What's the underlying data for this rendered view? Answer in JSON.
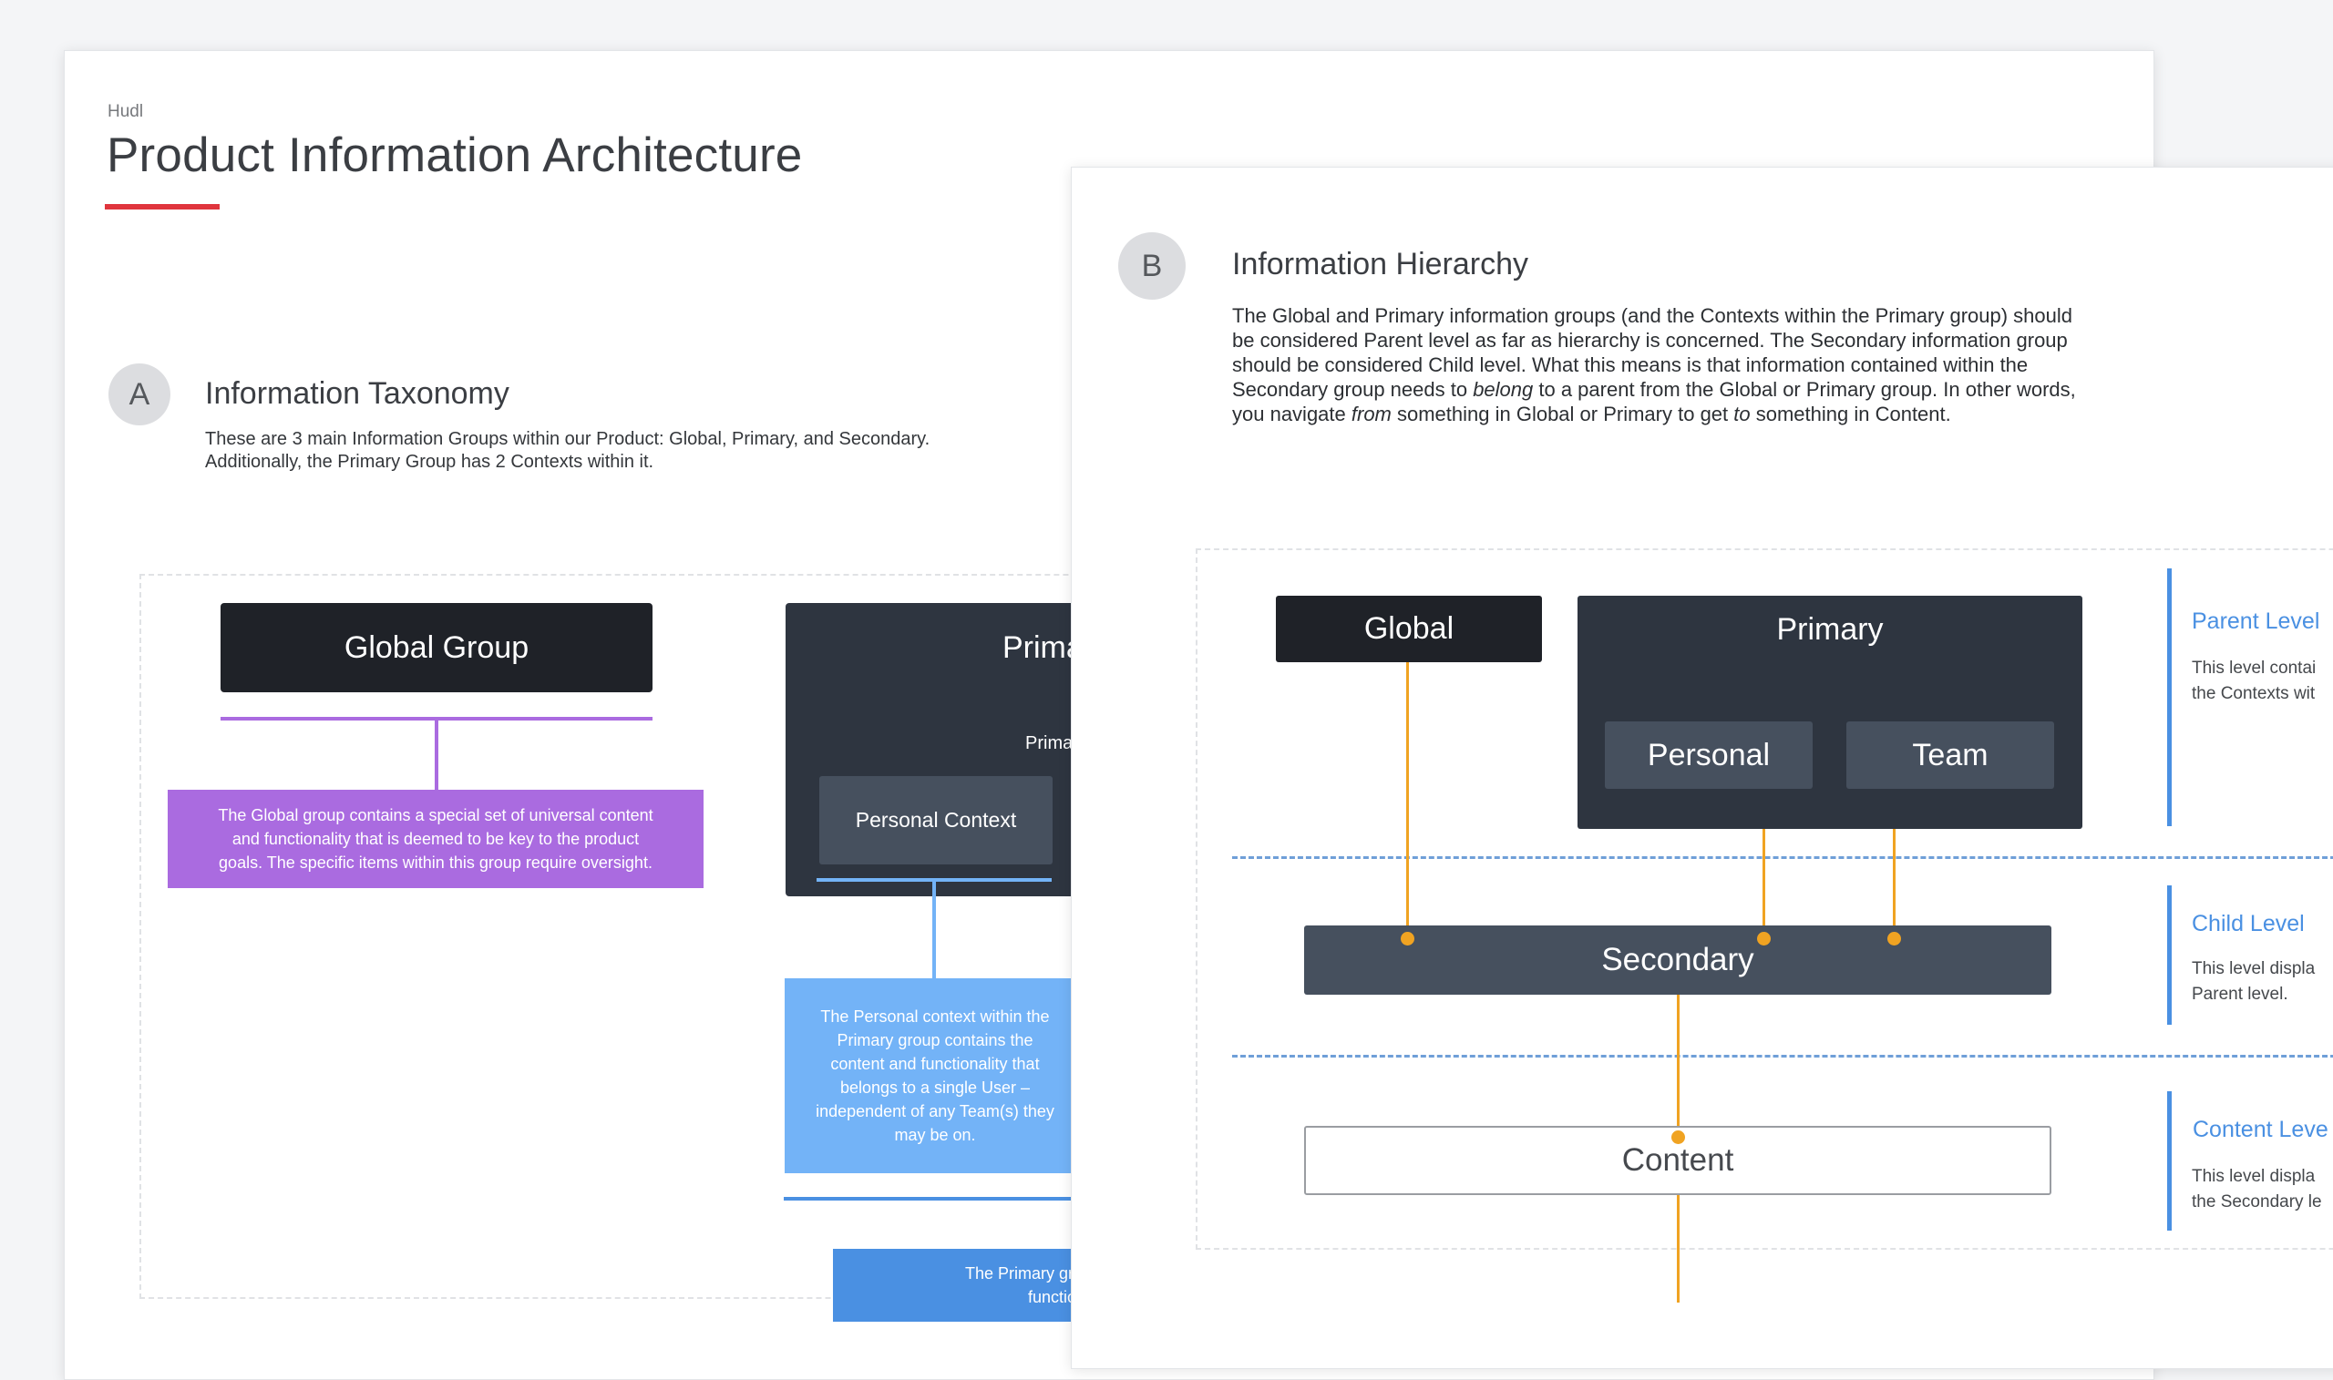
{
  "pageA": {
    "brand": "Hudl",
    "title": "Product Information Architecture",
    "section": {
      "letter": "A",
      "title": "Information Taxonomy",
      "description_line1": "These are 3 main Information Groups within our Product: Global, Primary, and Secondary.",
      "description_line2": "Additionally, the Primary Group has 2 Contexts within it."
    },
    "diagram": {
      "global_group": "Global Group",
      "global_note_line1": "The Global group contains a special set of universal content",
      "global_note_line2": "and functionality that is deemed to be key to the product",
      "global_note_line3": "goals. The specific items within this group require oversight.",
      "primary_group": "Prima",
      "primary_sublabel": "Prima",
      "personal_context": "Personal Context",
      "personal_note_line1": "The Personal context within the",
      "personal_note_line2": "Primary group contains the",
      "personal_note_line3": "content and functionality that",
      "personal_note_line4": "belongs to a single User –",
      "personal_note_line5": "independent of any Team(s) they",
      "personal_note_line6": "may be on.",
      "primary_note_line1": "The Primary group co",
      "primary_note_line2": "functionality f"
    }
  },
  "pageB": {
    "section": {
      "letter": "B",
      "title": "Information Hierarchy",
      "line1": "The Global and Primary information groups (and the Contexts within the Primary group) should",
      "line2": "be considered Parent level as far as hierarchy is concerned. The Secondary information group",
      "line3": "should be considered Child level. What this means is that information contained within the",
      "line4_a": "Secondary group needs to ",
      "line4_em": "belong",
      "line4_b": " to a parent from the Global or Primary group. In other words,",
      "line5_a": "you navigate ",
      "line5_em1": "from",
      "line5_b": " something in Global or Primary to get ",
      "line5_em2": "to",
      "line5_c": " something in Content."
    },
    "diagram": {
      "global": "Global",
      "primary": "Primary",
      "personal": "Personal",
      "team": "Team",
      "secondary": "Secondary",
      "content": "Content"
    },
    "legend": [
      {
        "title": "Parent Level",
        "line1": "This level contai",
        "line2": "the Contexts wit"
      },
      {
        "title": "Child Level",
        "line1": "This level displa",
        "line2": "Parent level."
      },
      {
        "title": "Content Leve",
        "line1": "This level displa",
        "line2": "the Secondary le"
      }
    ]
  },
  "colors": {
    "accent_red": "#e0353d",
    "global_purple": "#aa6be0",
    "personal_blue": "#73b3f7",
    "primary_blue": "#4a90e2",
    "connector_orange": "#f0a322",
    "dark_node": "#1f2228",
    "primary_node": "#2e3540",
    "context_node": "#46505e"
  }
}
